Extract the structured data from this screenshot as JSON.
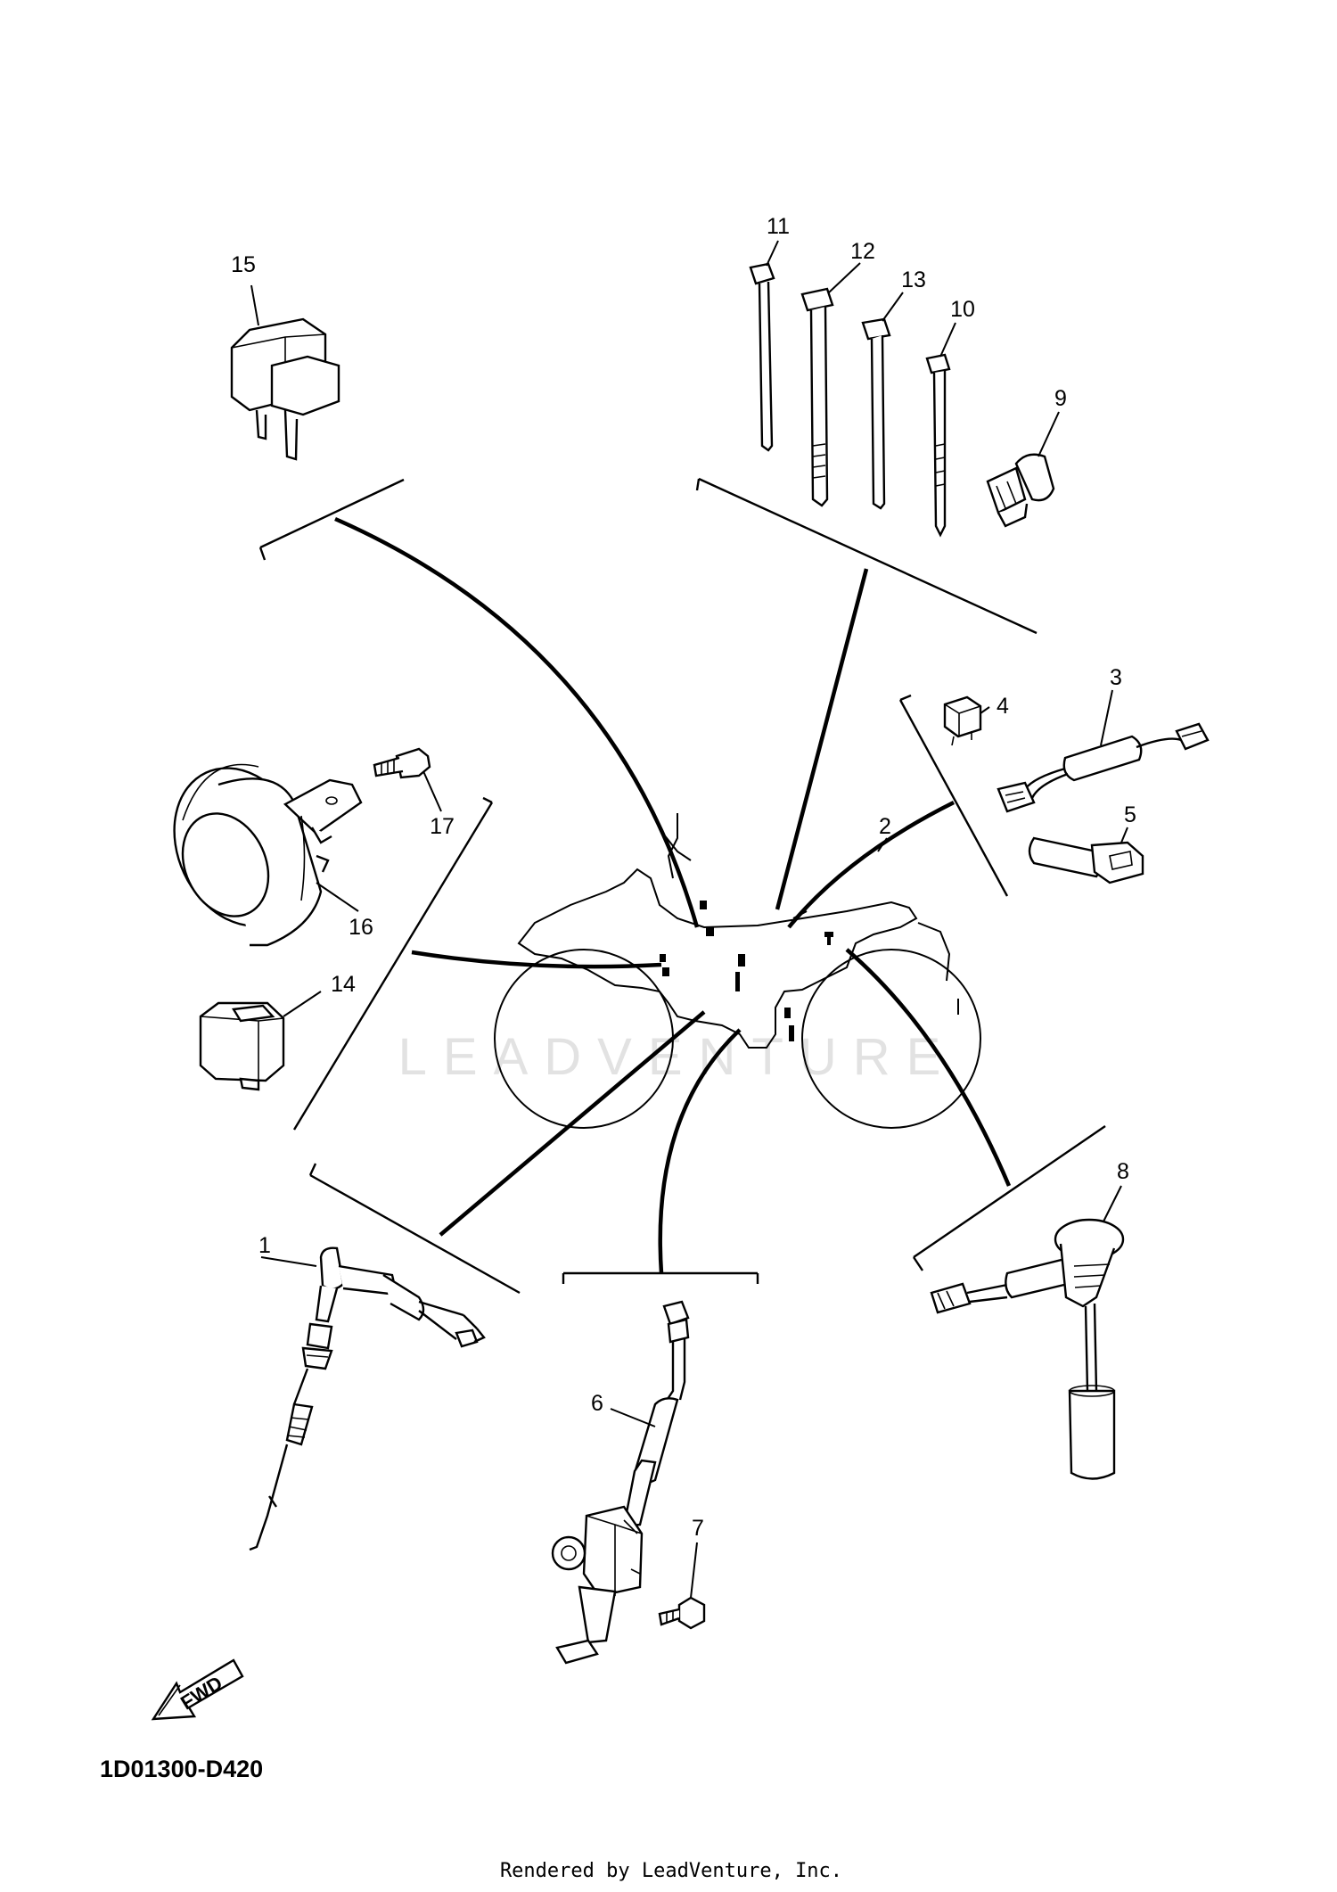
{
  "diagram": {
    "code": "1D01300-D420",
    "credit": "Rendered by LeadVenture, Inc.",
    "watermark": "LEADVENTURE",
    "fwd_label": "FWD",
    "callouts": [
      "1",
      "2",
      "3",
      "4",
      "5",
      "6",
      "7",
      "8",
      "9",
      "10",
      "11",
      "12",
      "13",
      "14",
      "15",
      "16",
      "17"
    ]
  }
}
